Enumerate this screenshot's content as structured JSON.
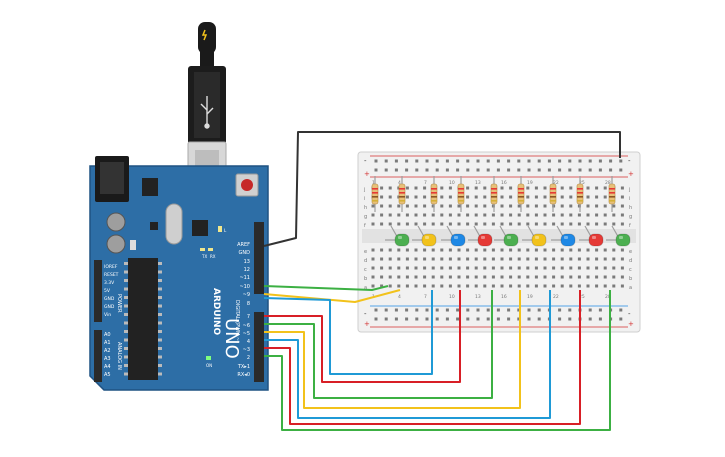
{
  "colors": {
    "board": "#2d6ea6",
    "board_edge": "#1f5282",
    "header": "#2a2a2a",
    "chip": "#222222",
    "breadboard": "#f1f1f1",
    "rail_red": "#d32f2f",
    "rail_blue": "#1e88e5",
    "wire_black": "#333333",
    "wire_green": "#3cb043",
    "wire_yellow": "#f2c21b",
    "wire_red": "#d81f26",
    "wire_blue": "#1f9ad6",
    "led_green": "#4caf50",
    "led_yellow": "#f2c21b",
    "led_blue": "#1e88e5",
    "led_red": "#e53935"
  },
  "arduino": {
    "logo_text": "ARDUINO",
    "model": "UNO",
    "digital_label": "DIGITAL (PWM ~)",
    "power_label": "POWER",
    "analog_label": "ANALOG IN",
    "tx_label": "TX",
    "rx_label": "RX",
    "l_label": "L",
    "on_label": "ON",
    "pins_top": [
      "AREF",
      "GND",
      "13",
      "12",
      "~11",
      "~10",
      "~9",
      "8"
    ],
    "pins_bottom": [
      "7",
      "~6",
      "~5",
      "4",
      "~3",
      "2",
      "TX▸1",
      "RX◂0"
    ],
    "power_pins": [
      "IOREF",
      "RESET",
      "3.3V",
      "5V",
      "GND",
      "GND",
      "Vin"
    ],
    "analog_pins": [
      "A0",
      "A1",
      "A2",
      "A3",
      "A4",
      "A5"
    ]
  },
  "breadboard": {
    "row_letters": [
      "j",
      "i",
      "h",
      "g",
      "f",
      "e",
      "d",
      "c",
      "b",
      "a"
    ],
    "col_numbers": [
      "1",
      "4",
      "7",
      "10",
      "13",
      "16",
      "19",
      "22",
      "25",
      "28"
    ],
    "rail_plus": "+",
    "rail_minus": "-"
  },
  "leds": [
    "green",
    "yellow",
    "blue",
    "red",
    "green",
    "yellow",
    "blue",
    "red",
    "green"
  ]
}
